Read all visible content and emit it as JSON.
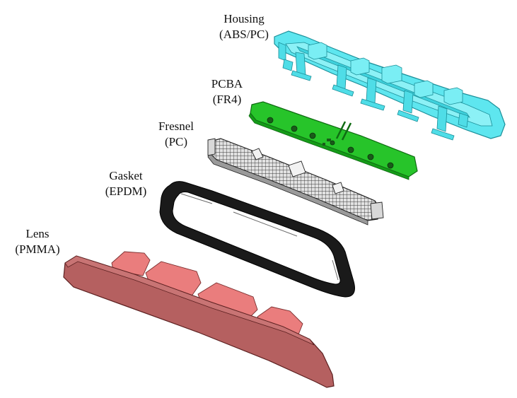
{
  "labels": {
    "housing": {
      "name": "Housing",
      "material": "(ABS/PC)"
    },
    "pcba": {
      "name": "PCBA",
      "material": "(FR4)"
    },
    "fresnel": {
      "name": "Fresnel",
      "material": "(PC)"
    },
    "gasket": {
      "name": "Gasket",
      "material": "(EPDM)"
    },
    "lens": {
      "name": "Lens",
      "material": "(PMMA)"
    }
  },
  "colors": {
    "housing": "#5ee6ef",
    "pcba": "#27c42a",
    "fresnel": "#c8c8c8",
    "gasket": "#1a1a1a",
    "lens_body": "#b56060",
    "lens_tabs": "#ea7d7d"
  }
}
